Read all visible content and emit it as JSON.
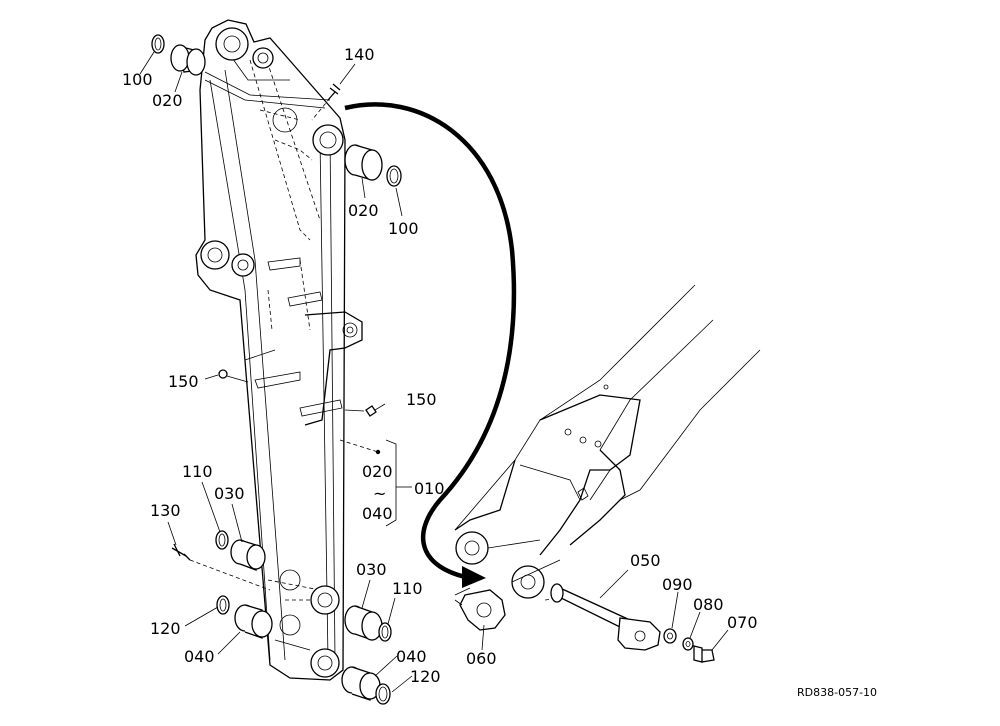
{
  "labels": {
    "l100a": "100",
    "l020a": "020",
    "l140": "140",
    "l020b": "020",
    "l100b": "100",
    "l150a": "150",
    "l150b": "150",
    "l020c": "020",
    "ltilde": "~",
    "l040a": "040",
    "l010": "010",
    "l110a": "110",
    "l030a": "030",
    "l130": "130",
    "l120a": "120",
    "l040b": "040",
    "l030b": "030",
    "l110b": "110",
    "l040c": "040",
    "l120b": "120",
    "l050": "050",
    "l090": "090",
    "l080": "080",
    "l070": "070",
    "l060": "060"
  },
  "drawing_ref": "RD838-057-10"
}
